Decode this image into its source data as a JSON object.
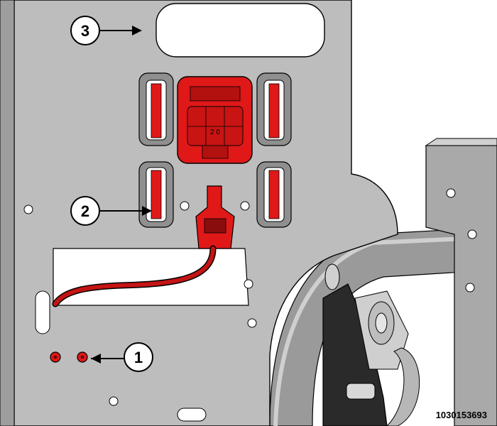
{
  "figure": {
    "id_label": "1030153693",
    "colors": {
      "bracket": "#bdbdbd",
      "bracket_dark": "#8c8c8c",
      "shadow": "#7a7a7a",
      "frame": "#a5a5a5",
      "frame_dark": "#6e6e6e",
      "highlight": "#e01818",
      "highlight_dark": "#8a0d0d",
      "wire": "#c41414",
      "outline": "#000000",
      "pocket": "#ffffff",
      "callout_fill": "#ffffff"
    }
  },
  "callouts": [
    {
      "id": "1",
      "label": "1",
      "target": "fasteners"
    },
    {
      "id": "2",
      "label": "2",
      "target": "connector-clips"
    },
    {
      "id": "3",
      "label": "3",
      "target": "mounting-bracket"
    }
  ],
  "connector": {
    "label": "2 0"
  }
}
